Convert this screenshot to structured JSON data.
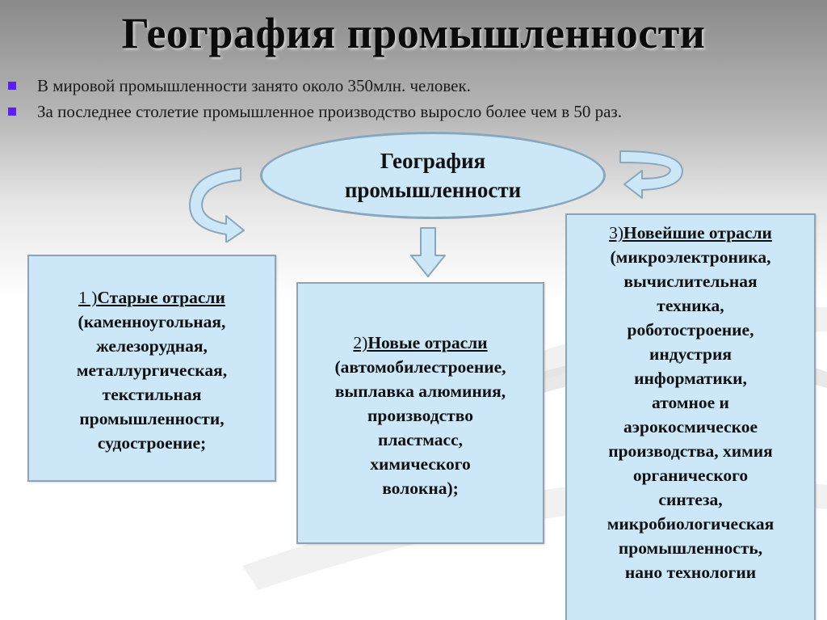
{
  "slide": {
    "title": "География промышленности",
    "bullets": [
      "В мировой промышленности занято около 350млн. человек.",
      "За последнее столетие промышленное производство выросло более чем в 50 раз."
    ],
    "center_node": {
      "lines": [
        "География",
        "промышленности"
      ]
    },
    "boxes": [
      {
        "number": "1 )",
        "heading": "Старые отрасли",
        "lines": [
          "(каменноугольная,",
          "железорудная,",
          "металлургическая,",
          "текстильная",
          "промышленности,",
          "судостроение;"
        ]
      },
      {
        "number": "2)",
        "heading": "Новые отрасли",
        "lines": [
          "(автомобилестроение,",
          "выплавка алюминия,",
          "производство",
          "пластмасс,",
          "химического",
          "волокна);"
        ]
      },
      {
        "number": "3)",
        "heading": "Новейшие отрасли",
        "lines": [
          "(микроэлектроника,",
          "вычислительная",
          "техника,",
          "роботостроение,",
          "индустрия",
          "информатики,",
          "атомное и",
          "аэрокосмическое",
          "производства, химия",
          "органического",
          "синтеза,",
          "микробиологическая",
          "промышленность,",
          "нано технологии"
        ]
      }
    ],
    "colors": {
      "bullet": "#5a1eff",
      "shape_fill": "#cce8f8",
      "shape_border": "#8aa6bd"
    }
  }
}
